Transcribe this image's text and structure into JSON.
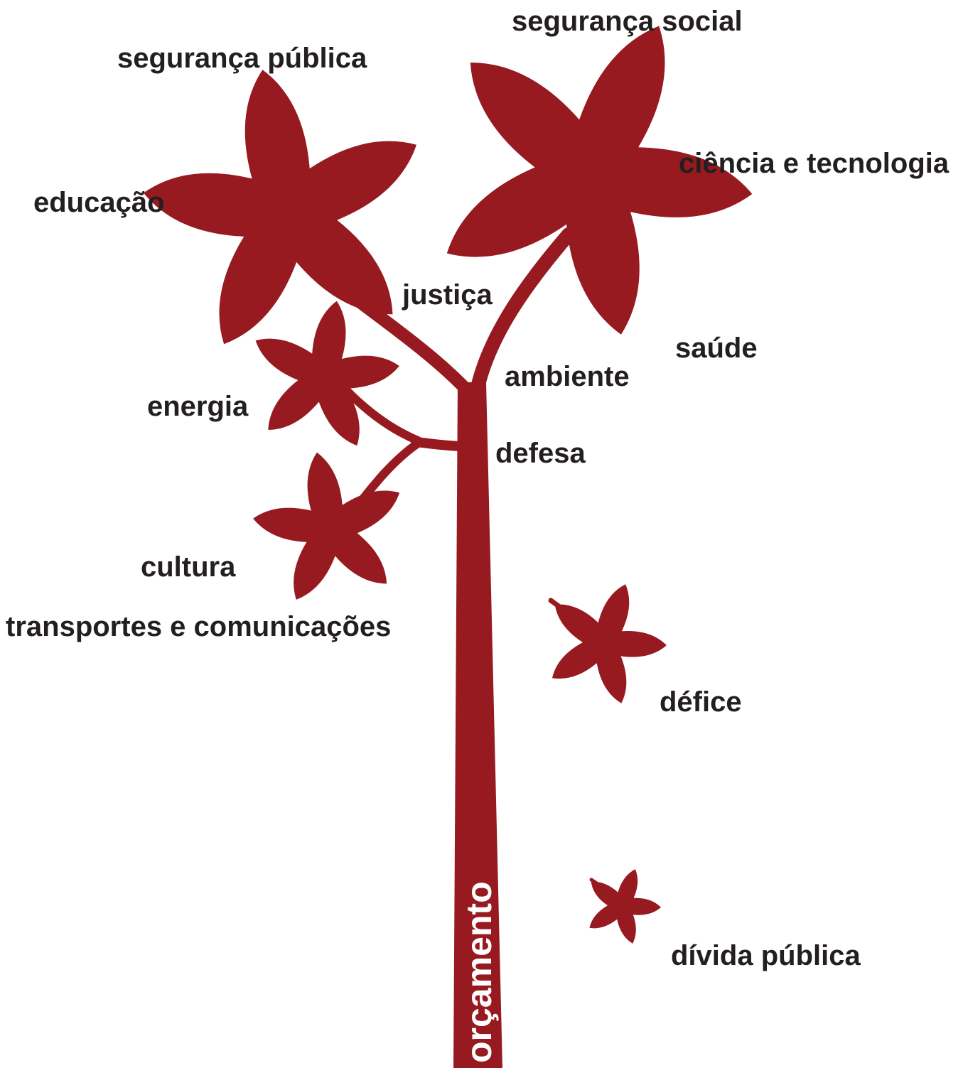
{
  "colors": {
    "tree": "#971a20",
    "text": "#231f20",
    "trunk_text": "#ffffff",
    "background": "#ffffff"
  },
  "trunk": {
    "label": "orçamento"
  },
  "labels": {
    "seguranca_social": "segurança social",
    "seguranca_publica": "segurança pública",
    "ciencia_tecnologia": "ciência e tecnologia",
    "educacao": "educação",
    "justica": "justiça",
    "saude": "saúde",
    "ambiente": "ambiente",
    "energia": "energia",
    "defesa": "defesa",
    "cultura": "cultura",
    "transportes": "transportes e comunicações",
    "defice": "défice",
    "divida": "dívida pública"
  }
}
